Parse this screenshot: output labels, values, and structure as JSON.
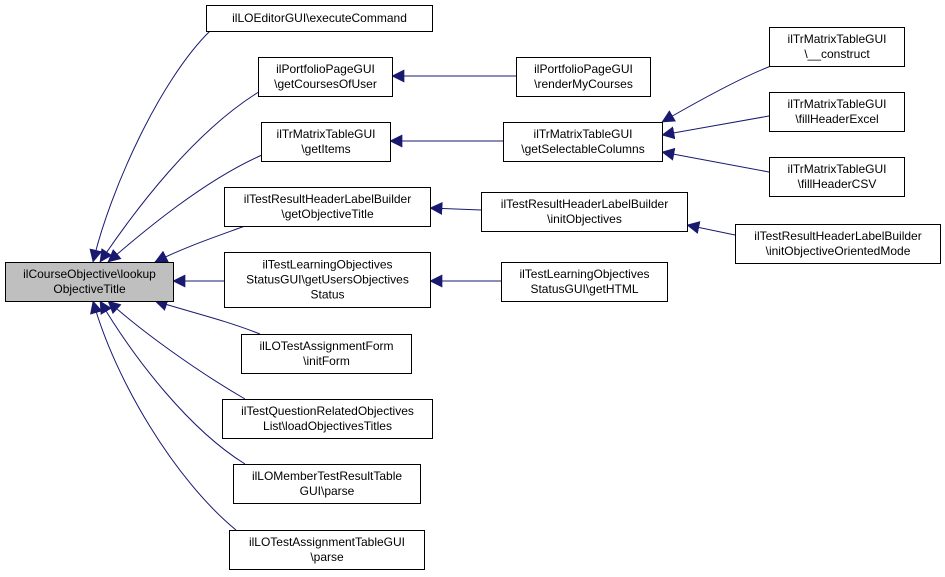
{
  "colors": {
    "edge": "#191970",
    "node_fill": "#ffffff",
    "focus_fill": "#bfbfbf",
    "border": "#000000"
  },
  "nodes": [
    {
      "id": "root",
      "lines": [
        "ilCourseObjective\\lookup",
        "ObjectiveTitle"
      ],
      "focus": true
    },
    {
      "id": "n_exec",
      "lines": [
        "ilLOEditorGUI\\executeCommand"
      ]
    },
    {
      "id": "n_port",
      "lines": [
        "ilPortfolioPageGUI",
        "\\getCoursesOfUser"
      ]
    },
    {
      "id": "n_tr_items",
      "lines": [
        "ilTrMatrixTableGUI",
        "\\getItems"
      ]
    },
    {
      "id": "n_trh_getobj",
      "lines": [
        "ilTestResultHeaderLabelBuilder",
        "\\getObjectiveTitle"
      ]
    },
    {
      "id": "n_tlo_status",
      "lines": [
        "ilTestLearningObjectives",
        "StatusGUI\\getUsersObjectives",
        "Status"
      ]
    },
    {
      "id": "n_lota_form",
      "lines": [
        "ilLOTestAssignmentForm",
        "\\initForm"
      ]
    },
    {
      "id": "n_tqro",
      "lines": [
        "ilTestQuestionRelatedObjectives",
        "List\\loadObjectivesTitles"
      ]
    },
    {
      "id": "n_lomtr",
      "lines": [
        "ilLOMemberTestResultTable",
        "GUI\\parse"
      ]
    },
    {
      "id": "n_lotat",
      "lines": [
        "ilLOTestAssignmentTableGUI",
        "\\parse"
      ]
    },
    {
      "id": "n_port_render",
      "lines": [
        "ilPortfolioPageGUI",
        "\\renderMyCourses"
      ]
    },
    {
      "id": "n_tr_selcols",
      "lines": [
        "ilTrMatrixTableGUI",
        "\\getSelectableColumns"
      ]
    },
    {
      "id": "n_trh_initobj",
      "lines": [
        "ilTestResultHeaderLabelBuilder",
        "\\initObjectives"
      ]
    },
    {
      "id": "n_tlo_html",
      "lines": [
        "ilTestLearningObjectives",
        "StatusGUI\\getHTML"
      ]
    },
    {
      "id": "n_tr_construct",
      "lines": [
        "ilTrMatrixTableGUI",
        "\\__construct"
      ]
    },
    {
      "id": "n_tr_excel",
      "lines": [
        "ilTrMatrixTableGUI",
        "\\fillHeaderExcel"
      ]
    },
    {
      "id": "n_tr_csv",
      "lines": [
        "ilTrMatrixTableGUI",
        "\\fillHeaderCSV"
      ]
    },
    {
      "id": "n_trh_initmode",
      "lines": [
        "ilTestResultHeaderLabelBuilder",
        "\\initObjectiveOrientedMode"
      ]
    }
  ],
  "edges": [
    {
      "from": "n_exec",
      "to": "root"
    },
    {
      "from": "n_port",
      "to": "root"
    },
    {
      "from": "n_tr_items",
      "to": "root"
    },
    {
      "from": "n_trh_getobj",
      "to": "root"
    },
    {
      "from": "n_tlo_status",
      "to": "root"
    },
    {
      "from": "n_lota_form",
      "to": "root"
    },
    {
      "from": "n_tqro",
      "to": "root"
    },
    {
      "from": "n_lomtr",
      "to": "root"
    },
    {
      "from": "n_lotat",
      "to": "root"
    },
    {
      "from": "n_port_render",
      "to": "n_port"
    },
    {
      "from": "n_tr_selcols",
      "to": "n_tr_items"
    },
    {
      "from": "n_trh_initobj",
      "to": "n_trh_getobj"
    },
    {
      "from": "n_tlo_html",
      "to": "n_tlo_status"
    },
    {
      "from": "n_tr_construct",
      "to": "n_tr_selcols"
    },
    {
      "from": "n_tr_excel",
      "to": "n_tr_selcols"
    },
    {
      "from": "n_tr_csv",
      "to": "n_tr_selcols"
    },
    {
      "from": "n_trh_initmode",
      "to": "n_trh_initobj"
    }
  ]
}
